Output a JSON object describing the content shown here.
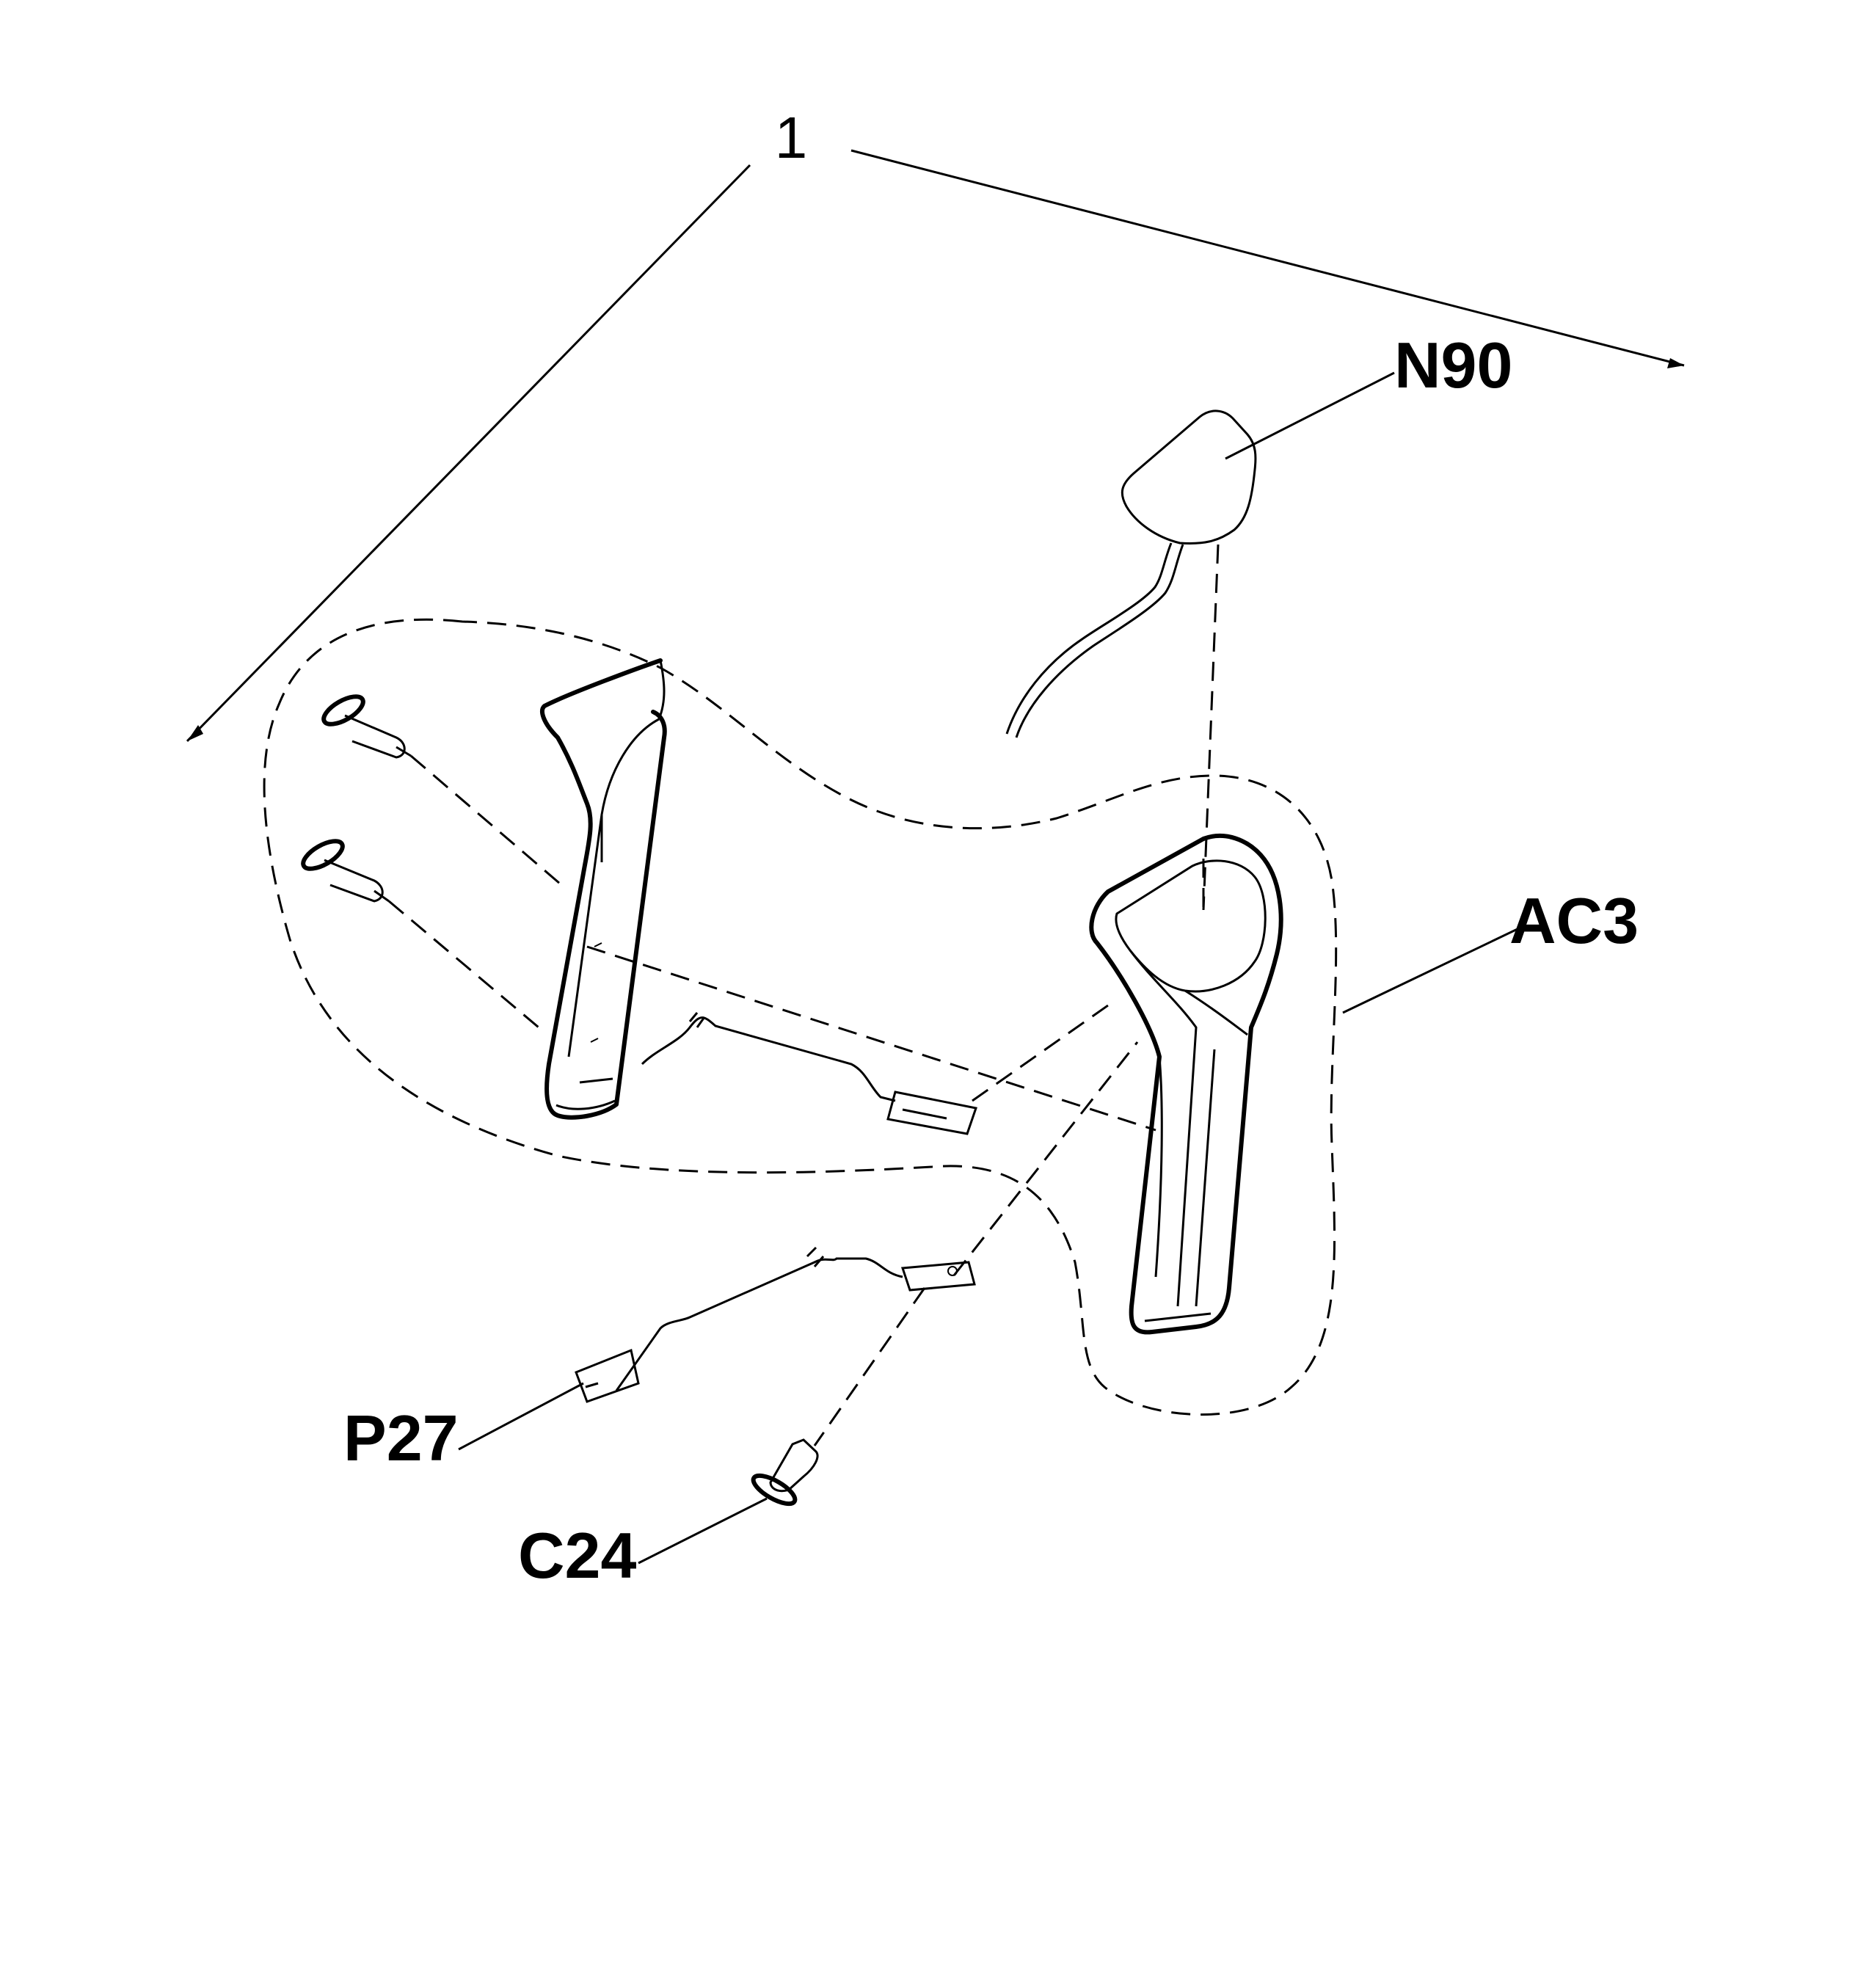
{
  "labels": {
    "assembly": "1",
    "n90": "N90",
    "ac3": "AC3",
    "p27": "P27",
    "c24": "C24"
  }
}
